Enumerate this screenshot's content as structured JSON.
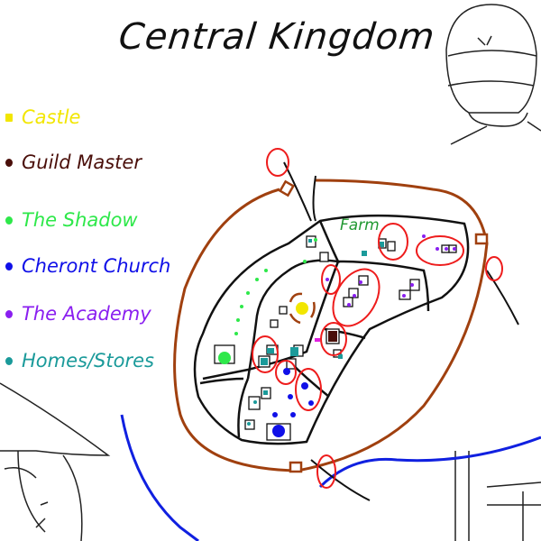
{
  "title": "Central Kingdom",
  "legend": [
    {
      "label": "Castle",
      "color": "#f2e600"
    },
    {
      "label": "Guild Master",
      "color": "#4a0f0a"
    },
    {
      "label": "The Shadow",
      "color": "#2ee84a"
    },
    {
      "label": "Cheront Church",
      "color": "#1010e8"
    },
    {
      "label": "The Academy",
      "color": "#8a1ff0"
    },
    {
      "label": "Homes/Stores",
      "color": "#1a9a9a"
    }
  ],
  "map": {
    "farm_label": "Farm"
  },
  "colors": {
    "wall": "#a0400f",
    "river": "#1020e0",
    "highlight": "#ee1c1c",
    "outline": "#111111"
  }
}
